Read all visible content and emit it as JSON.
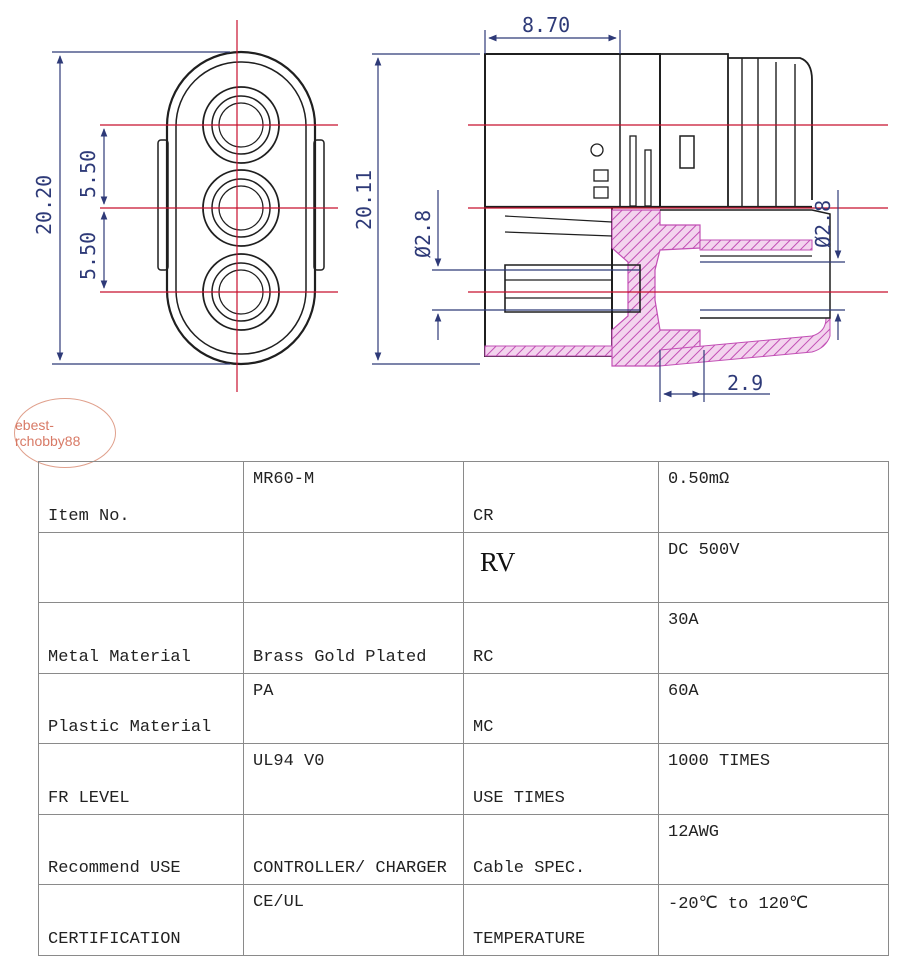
{
  "drawing": {
    "dimensions": {
      "d_8_70": "8.70",
      "d_20_20": "20.20",
      "d_5_50_top": "5.50",
      "d_5_50_bottom": "5.50",
      "d_20_11": "20.11",
      "d_phi_2_8_left": "Ø2.8",
      "d_phi_2_8_right": "Ø2.8",
      "d_2_9": "2.9"
    },
    "line_color": "#1f1f1f",
    "center_line_color": "#c8102e",
    "dimension_color": "#2e3a78",
    "section_hatch_color": "#c24fb5"
  },
  "stamp": {
    "text": "ebest-rchobby88",
    "color": "#d87a66"
  },
  "spec_table": {
    "rows": [
      {
        "label1": "Item No.",
        "value1": "MR60-M",
        "label2": "CR",
        "value2": "0.50mΩ"
      },
      {
        "label1": "",
        "value1": "",
        "label2": "RV",
        "value2": "DC 500V"
      },
      {
        "label1": "Metal Material",
        "value1": "Brass Gold Plated",
        "label2": "RC",
        "value2": "30A"
      },
      {
        "label1": "Plastic Material",
        "value1": "PA",
        "label2": "MC",
        "value2": "60A"
      },
      {
        "label1": "FR LEVEL",
        "value1": "UL94 V0",
        "label2": "USE TIMES",
        "value2": "1000 TIMES"
      },
      {
        "label1": "Recommend USE",
        "value1": "CONTROLLER/ CHARGER",
        "label2": "Cable SPEC.",
        "value2": "12AWG"
      },
      {
        "label1": "CERTIFICATION",
        "value1": "CE/UL",
        "label2": "TEMPERATURE",
        "value2": "-20℃ to 120℃"
      }
    ]
  }
}
